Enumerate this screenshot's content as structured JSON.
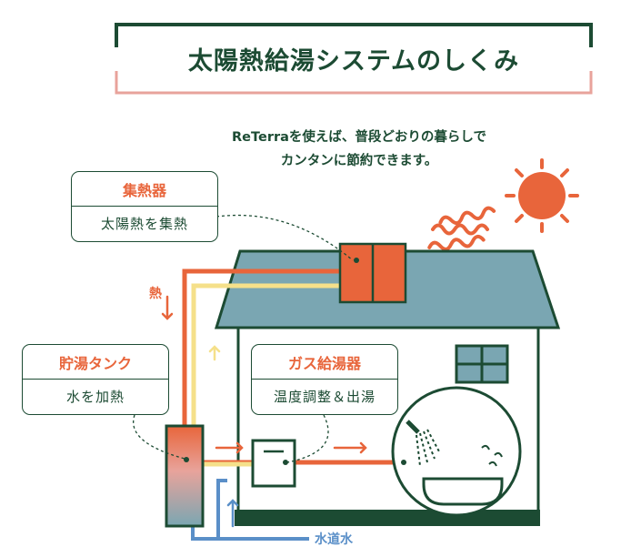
{
  "title": "太陽熱給湯システムのしくみ",
  "intro": {
    "line1": "ReTerraを使えば、普段どおりの暮らしで",
    "line2": "カンタンに節約できます。"
  },
  "callouts": {
    "collector": {
      "title": "集熱器",
      "desc": "太陽熱を集熱"
    },
    "tank": {
      "title": "貯湯タンク",
      "desc": "水を加熱"
    },
    "gas_heater": {
      "title": "ガス給湯器",
      "desc": "温度調整＆出湯"
    }
  },
  "labels": {
    "heat": "熱",
    "tap_water": "水道水"
  },
  "colors": {
    "dark_green": "#1c4b33",
    "orange": "#e8653b",
    "yellow": "#f5e08a",
    "blue": "#5a8fc8",
    "roof": "#7aa6b2",
    "pink": "#e8a39b"
  }
}
